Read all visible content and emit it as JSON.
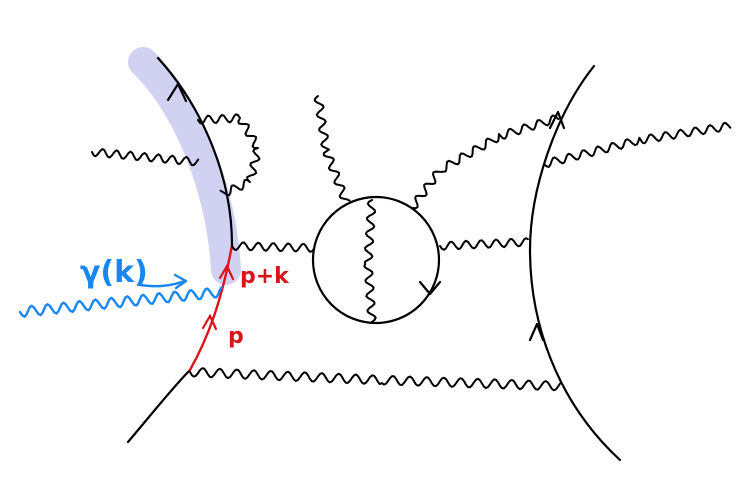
{
  "diagram": {
    "labels": {
      "photon": "γ(k)",
      "momentum_in": "p",
      "momentum_out": "p+k"
    },
    "colors": {
      "ink": "#000000",
      "highlight": "#c9c9f0",
      "electron_red": "#d9141b",
      "photon_blue": "#1a86f0"
    }
  }
}
